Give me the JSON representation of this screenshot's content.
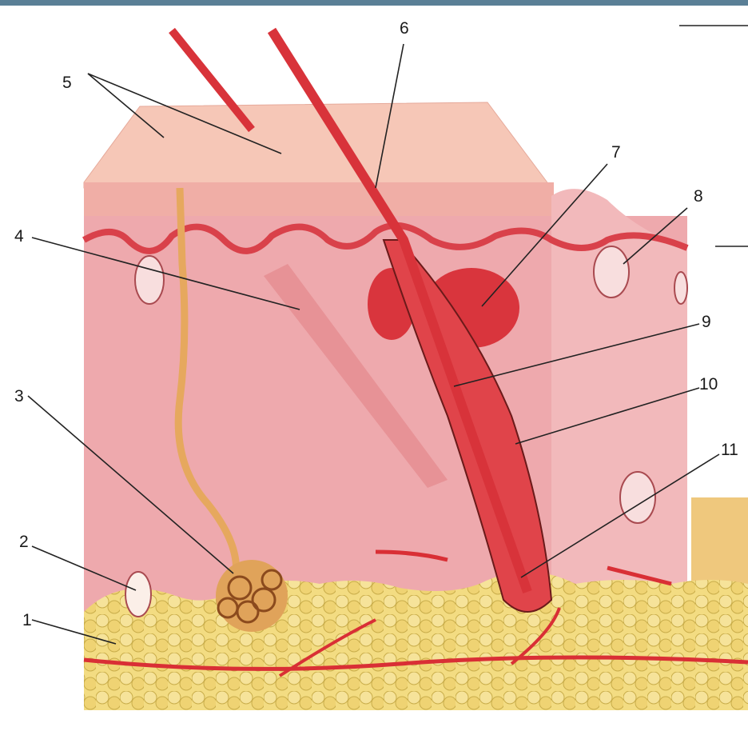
{
  "labels": {
    "l1": "1",
    "l2": "2",
    "l3": "3",
    "l4": "4",
    "l5": "5",
    "l6": "6",
    "l7": "7",
    "l8": "8",
    "l9": "9",
    "l10": "10",
    "l11": "11"
  },
  "colors": {
    "dermis": "#eea8ac",
    "epidermis": "#f3b4ad",
    "stratum_corneum": "#f6c9bb",
    "fat": "#f0d77a",
    "vessel": "#d92f35",
    "hair": "#d8333a",
    "sweat_duct": "#e6a85e"
  }
}
